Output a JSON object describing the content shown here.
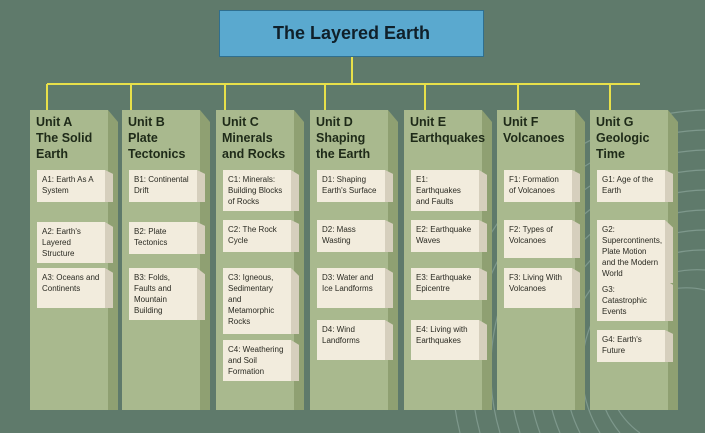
{
  "title": "The Layered Earth",
  "units": [
    {
      "head": "Unit A\nThe Solid\nEarth",
      "cards": [
        "A1: Earth As A System",
        "A2: Earth's Layered Structure",
        "A3: Oceans and Continents"
      ]
    },
    {
      "head": "Unit B\nPlate\nTectonics",
      "cards": [
        "B1: Continental Drift",
        "B2: Plate Tectonics",
        "B3: Folds, Faults and Mountain Building"
      ]
    },
    {
      "head": "Unit C\nMinerals\nand Rocks",
      "cards": [
        "C1: Minerals: Building Blocks of Rocks",
        "C2: The Rock Cycle",
        "C3: Igneous, Sedimentary and Metamorphic Rocks",
        "C4: Weathering and Soil Formation"
      ]
    },
    {
      "head": "Unit D\nShaping\nthe Earth",
      "cards": [
        "D1: Shaping Earth's Surface",
        "D2: Mass Wasting",
        "D3: Water and Ice Landforms",
        "D4: Wind Landforms"
      ]
    },
    {
      "head": "Unit E\nEarthquakes",
      "cards": [
        "E1: Earthquakes and Faults",
        "E2: Earthquake Waves",
        "E3: Earthquake Epicentre",
        "E4: Living with Earthquakes"
      ]
    },
    {
      "head": "Unit F\nVolcanoes",
      "cards": [
        "F1: Formation of Volcanoes",
        "F2: Types of Volcanoes",
        "F3: Living With Volcanoes"
      ]
    },
    {
      "head": "Unit G\nGeologic Time",
      "cards": [
        "G1: Age of the Earth",
        "G2: Supercontinents, Plate Motion and the Modern World",
        "G3: Catastrophic Events",
        "G4: Earth's Future"
      ]
    }
  ],
  "colors": {
    "background": "#5f7a6b",
    "title_fill": "#5aa9cf",
    "connector": "#e8e04a",
    "unit_fill": "#a9b98e",
    "card_fill": "#f2ecdd"
  }
}
